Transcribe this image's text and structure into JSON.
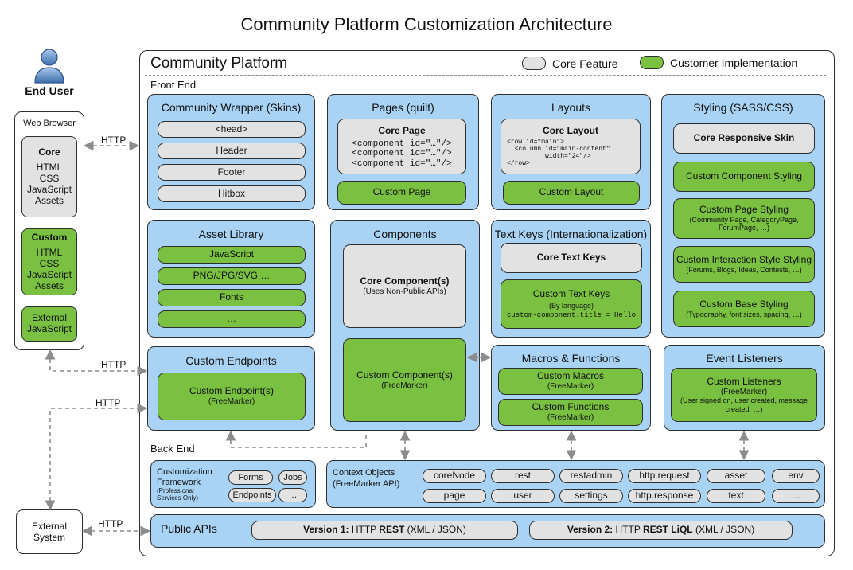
{
  "title": "Community Platform Customization Architecture",
  "end_user": "End User",
  "platform": "Community Platform",
  "legend": {
    "core": "Core Feature",
    "custom": "Customer Implementation"
  },
  "front_end": "Front End",
  "back_end": "Back End",
  "http": "HTTP",
  "browser": {
    "title": "Web Browser",
    "core": {
      "title": "Core",
      "items": [
        "HTML",
        "CSS",
        "JavaScript",
        "Assets"
      ]
    },
    "custom": {
      "title": "Custom",
      "items": [
        "HTML",
        "CSS",
        "JavaScript",
        "Assets"
      ]
    },
    "external": [
      "External",
      "JavaScript"
    ]
  },
  "external_system": [
    "External",
    "System"
  ],
  "wrapper": {
    "title": "Community Wrapper (Skins)",
    "items": [
      "<head>",
      "Header",
      "Footer",
      "Hitbox"
    ]
  },
  "pages": {
    "title": "Pages (quilt)",
    "core_title": "Core Page",
    "code": [
      "<component id=\"…\"/>",
      "<component id=\"…\"/>",
      "<component id=\"…\"/>"
    ],
    "custom": "Custom Page"
  },
  "layouts": {
    "title": "Layouts",
    "core_title": "Core Layout",
    "code": [
      "<row id=\"main\">",
      "  <column id=\"main-content\"",
      "          width=\"24\"/>",
      "</row>"
    ],
    "custom": "Custom Layout"
  },
  "styling": {
    "title": "Styling (SASS/CSS)",
    "core": "Core Responsive Skin",
    "component": "Custom Component Styling",
    "page": {
      "title": "Custom Page Styling",
      "sub": [
        "(Community Page, CategoryPage,",
        "ForumPage, …)"
      ]
    },
    "interaction": {
      "title": "Custom Interaction Style Styling",
      "sub": "(Forums, Blogs, Ideas, Contests, …)"
    },
    "base": {
      "title": "Custom Base Styling",
      "sub": "(Typography, font sizes, spacing, …)"
    }
  },
  "assets": {
    "title": "Asset Library",
    "items": [
      "JavaScript",
      "PNG/JPG/SVG …",
      "Fonts",
      "…"
    ]
  },
  "components": {
    "title": "Components",
    "core_title": "Core Component(s)",
    "core_sub": "(Uses Non-Public APIs)",
    "custom_title": "Custom Component(s)",
    "custom_sub": "(FreeMarker)"
  },
  "text_keys": {
    "title": "Text Keys (Internationalization)",
    "core": "Core Text Keys",
    "custom_title": "Custom Text Keys",
    "custom_sub": "(By language)",
    "code": "custom-component.title = Hello"
  },
  "endpoints": {
    "title": "Custom Endpoints",
    "inner_title": "Custom Endpoint(s)",
    "inner_sub": "(FreeMarker)"
  },
  "macros": {
    "title": "Macros & Functions",
    "m_title": "Custom Macros",
    "m_sub": "(FreeMarker)",
    "f_title": "Custom Functions",
    "f_sub": "(FreeMarker)"
  },
  "events": {
    "title": "Event Listeners",
    "inner_title": "Custom Listeners",
    "inner_sub": [
      "(FreeMarker)",
      "(User signed on, user created, message",
      "created, …)"
    ]
  },
  "cust_framework": {
    "title": [
      "Customization",
      "Framework"
    ],
    "sub": [
      "(Professional",
      "Services Only)"
    ],
    "items": [
      "Forms",
      "Jobs",
      "Endpoints",
      "…"
    ]
  },
  "context": {
    "title": [
      "Context Objects",
      "(FreeMarker API)"
    ],
    "row1": [
      "coreNode",
      "rest",
      "restadmin",
      "http.request",
      "asset",
      "env"
    ],
    "row2": [
      "page",
      "user",
      "settings",
      "http.response",
      "text",
      "…"
    ]
  },
  "public_apis": {
    "title": "Public APIs",
    "v1": {
      "bold": "Version 1:",
      "mid": " HTTP ",
      "bold2": "REST",
      "rest": " (XML / JSON)"
    },
    "v2": {
      "bold": "Version 2:",
      "mid": " HTTP ",
      "bold2": "REST LiQL",
      "rest": " (XML / JSON)"
    }
  },
  "colors": {
    "panel": "#a9d3f5",
    "core": "#e2e2e2",
    "custom": "#7ac142"
  }
}
